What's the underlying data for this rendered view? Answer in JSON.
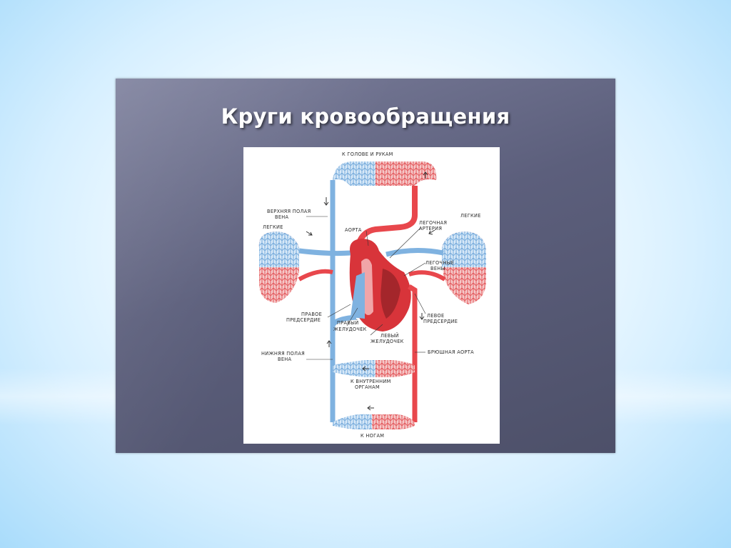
{
  "slide": {
    "title": "Круги кровообращения"
  },
  "diagram": {
    "labels": {
      "head_arms": "К ГОЛОВЕ И РУКАМ",
      "superior_vena_cava_1": "ВЕРХНЯЯ ПОЛАЯ",
      "superior_vena_cava_2": "ВЕНА",
      "lungs_left": "ЛЕГКИЕ",
      "lungs_right": "ЛЕГКИЕ",
      "aorta": "АОРТА",
      "pulmonary_artery_1": "ЛЕГОЧНАЯ",
      "pulmonary_artery_2": "АРТЕРИЯ",
      "pulmonary_veins_1": "ЛЕГОЧНЫЕ",
      "pulmonary_veins_2": "ВЕНЫ",
      "right_atrium_1": "ПРАВОЕ",
      "right_atrium_2": "ПРЕДСЕРДИЕ",
      "right_ventricle_1": "ПРАВЫЙ",
      "right_ventricle_2": "ЖЕЛУДОЧЕК",
      "left_atrium_1": "ЛЕВОЕ",
      "left_atrium_2": "ПРЕДСЕРДИЕ",
      "left_ventricle_1": "ЛЕВЫЙ",
      "left_ventricle_2": "ЖЕЛУДОЧЕК",
      "inferior_vena_cava_1": "НИЖНЯЯ ПОЛАЯ",
      "inferior_vena_cava_2": "ВЕНА",
      "abdominal_aorta": "БРЮШНАЯ АОРТА",
      "internal_organs_1": "К ВНУТРЕННИМ",
      "internal_organs_2": "ОРГАНАМ",
      "legs": "К НОГАМ"
    },
    "colors": {
      "arterial": "#e8474c",
      "venous": "#7fb2e0",
      "heart": "#d8343a"
    }
  }
}
